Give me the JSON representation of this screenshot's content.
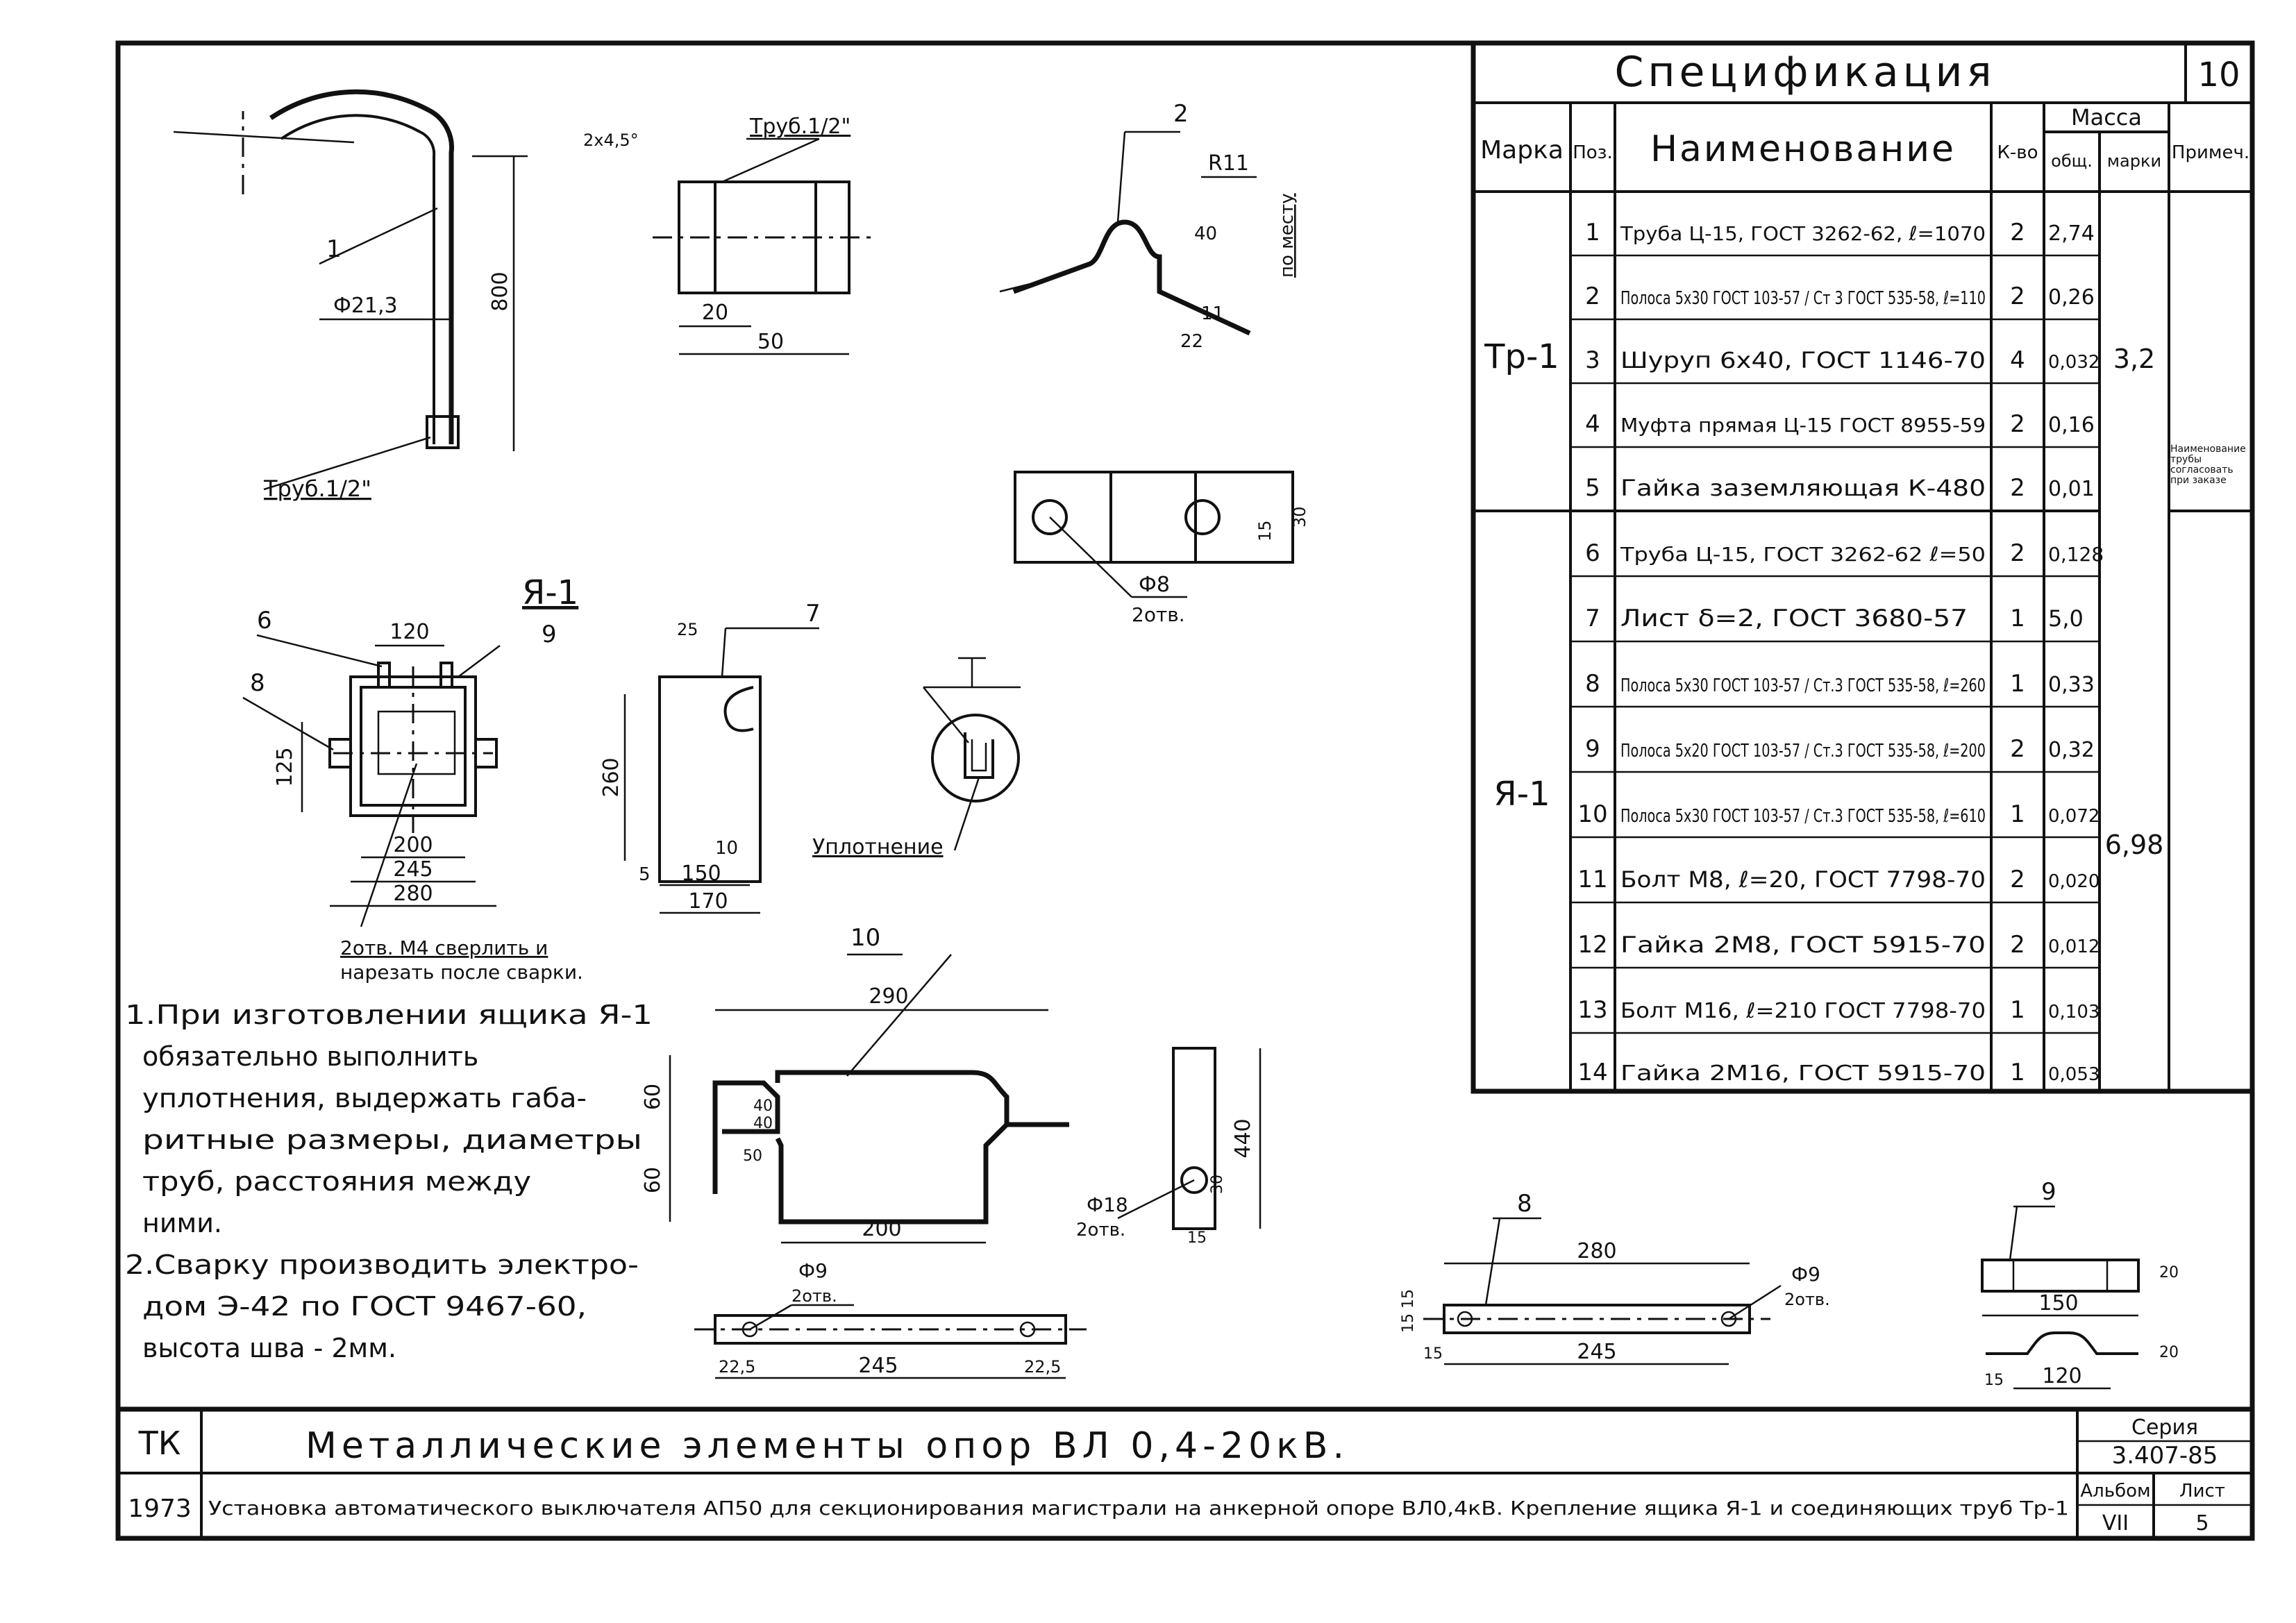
{
  "spec": {
    "title": "Спецификация",
    "sheet_no": "10",
    "headers": {
      "marka": "Марка",
      "pos": "Поз.",
      "name": "Наименование",
      "qty": "К-во",
      "mass": "Масса",
      "mass_total": "общ.",
      "mass_mark": "марки",
      "note": "Примеч."
    },
    "groups": [
      {
        "marka": "Тр-1",
        "mass": "3,2",
        "note": "Наименование трубы согласовать при заказе",
        "rows": [
          {
            "pos": "1",
            "name": "Труба Ц-15, ГОСТ 3262-62, ℓ=1070",
            "qty": "2",
            "mass": "2,74"
          },
          {
            "pos": "2",
            "name": "Полоса 5х30 ГОСТ 103-57 / Ст 3 ГОСТ 535-58, ℓ=110",
            "qty": "2",
            "mass": "0,26"
          },
          {
            "pos": "3",
            "name": "Шуруп 6х40, ГОСТ 1146-70",
            "qty": "4",
            "mass": "0,032"
          },
          {
            "pos": "4",
            "name": "Муфта прямая Ц-15 ГОСТ 8955-59",
            "qty": "2",
            "mass": "0,16"
          },
          {
            "pos": "5",
            "name": "Гайка заземляющая К-480",
            "qty": "2",
            "mass": "0,01"
          }
        ]
      },
      {
        "marka": "Я-1",
        "mass": "6,98",
        "rows": [
          {
            "pos": "6",
            "name": "Труба Ц-15, ГОСТ 3262-62 ℓ=50",
            "qty": "2",
            "mass": "0,128"
          },
          {
            "pos": "7",
            "name": "Лист δ=2, ГОСТ 3680-57",
            "qty": "1",
            "mass": "5,0"
          },
          {
            "pos": "8",
            "name": "Полоса 5х30 ГОСТ 103-57 / Ст.3 ГОСТ 535-58, ℓ=260",
            "qty": "1",
            "mass": "0,33"
          },
          {
            "pos": "9",
            "name": "Полоса 5х20 ГОСТ 103-57 / Ст.3 ГОСТ 535-58, ℓ=200",
            "qty": "2",
            "mass": "0,32"
          },
          {
            "pos": "10",
            "name": "Полоса 5х30 ГОСТ 103-57 / Ст.3 ГОСТ 535-58, ℓ=610",
            "qty": "1",
            "mass": "0,072"
          },
          {
            "pos": "11",
            "name": "Болт М8, ℓ=20, ГОСТ 7798-70",
            "qty": "2",
            "mass": "0,020"
          },
          {
            "pos": "12",
            "name": "Гайка 2М8, ГОСТ 5915-70",
            "qty": "2",
            "mass": "0,012"
          },
          {
            "pos": "13",
            "name": "Болт М16, ℓ=210 ГОСТ 7798-70",
            "qty": "1",
            "mass": "0,103"
          },
          {
            "pos": "14",
            "name": "Гайка 2М16, ГОСТ 5915-70",
            "qty": "1",
            "mass": "0,053"
          }
        ]
      }
    ]
  },
  "notes": [
    "1.При изготовлении ящика Я-1",
    "обязательно выполнить",
    "уплотнения, выдержать габа-",
    "ритные размеры, диаметры",
    "труб, расстояния между",
    "ними.",
    "2.Сварку производить электро-",
    "дом Э-42 по ГОСТ 9467-60,",
    "высота шва - 2мм."
  ],
  "drawing": {
    "box_title": "Я-1",
    "hole_note_1": "2отв. М4 сверлить и",
    "hole_note_2": "нарезать после сварки.",
    "seal_label": "Уплотнение",
    "pipe_label_1": "Труб.1/2\"",
    "pipe_label_2": "Труб.1/2\"",
    "pipe_dia": "Ф21,3",
    "chamfer": "2х4,5°",
    "holes_8": "Ф8",
    "holes_8_count": "2отв.",
    "holes_9": "Ф9",
    "holes_9_count": "2отв.",
    "holes_9b": "Ф9",
    "holes_9b_count": "2отв.",
    "holes_18": "Ф18",
    "holes_18_count": "2отв.",
    "by_place": "по месту",
    "radius": "R11",
    "dims": {
      "d800": "800",
      "d20": "20",
      "d50": "50",
      "d120": "120",
      "d200": "200",
      "d245": "245",
      "d280": "280",
      "d125": "125",
      "d260": "260",
      "d150": "150",
      "d170": "170",
      "d290": "290",
      "d440": "440",
      "d60": "60",
      "d245b": "245",
      "d22_5": "22,5",
      "d280b": "280",
      "d15": "15",
      "d150b": "150",
      "d120b": "120"
    },
    "pos_labels": [
      "1",
      "2",
      "6",
      "8",
      "9",
      "7",
      "10",
      "8",
      "9"
    ]
  },
  "title_block": {
    "tk": "ТК",
    "title": "Металлические элементы опор ВЛ 0,4-20кВ.",
    "series_label": "Серия",
    "series": "3.407-85",
    "year": "1973",
    "subtitle": "Установка автоматического выключателя АП50 для секционирования магистрали на анкерной опоре ВЛ0,4кВ. Крепление ящика Я-1 и соединяющих труб Тр-1",
    "album_label": "Альбом",
    "album": "VII",
    "sheet_label": "Лист",
    "sheet": "5"
  }
}
